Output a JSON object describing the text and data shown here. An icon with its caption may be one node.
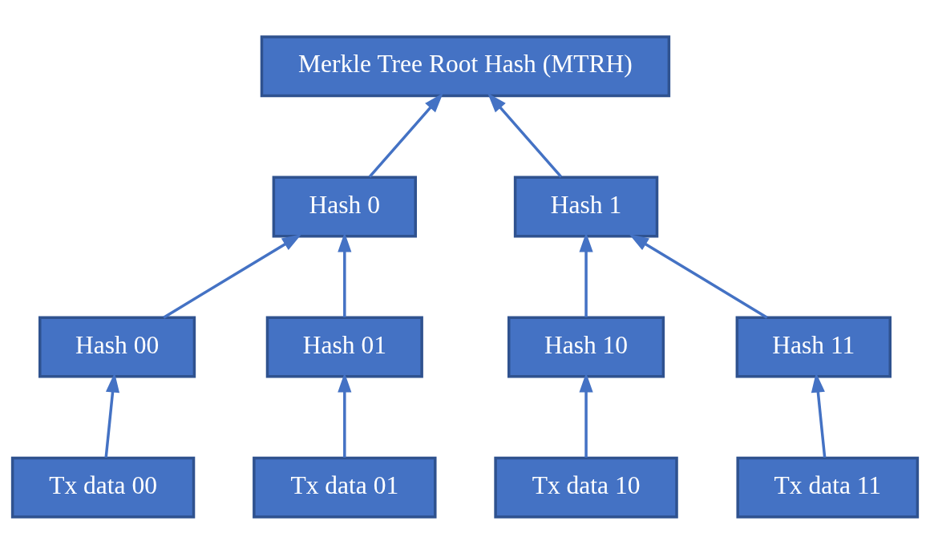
{
  "diagram": {
    "nodes": [
      {
        "text": [
          "Merkle Tree Root Hash (MTRH)"
        ]
      },
      {
        "text": [
          "Hash 0"
        ]
      },
      {
        "text": [
          "Hash 1"
        ]
      },
      {
        "text": [
          "Hash 00"
        ]
      },
      {
        "text": [
          "Hash 01"
        ]
      },
      {
        "text": [
          "Hash 10"
        ]
      },
      {
        "text": [
          "Hash 11"
        ]
      },
      {
        "text": [
          "Tx data 00"
        ]
      },
      {
        "text": [
          "Tx data 01"
        ]
      },
      {
        "text": [
          "Tx data 10"
        ]
      },
      {
        "text": [
          "Tx data 11"
        ]
      }
    ],
    "edges": [
      {
        "from": 1,
        "to": 0,
        "arrow": "to"
      },
      {
        "from": 2,
        "to": 0,
        "arrow": "to"
      },
      {
        "from": 3,
        "to": 1,
        "arrow": "to"
      },
      {
        "from": 4,
        "to": 1,
        "arrow": "to"
      },
      {
        "from": 5,
        "to": 2,
        "arrow": "to"
      },
      {
        "from": 6,
        "to": 2,
        "arrow": "to"
      },
      {
        "from": 7,
        "to": 3,
        "arrow": "to"
      },
      {
        "from": 8,
        "to": 4,
        "arrow": "to"
      },
      {
        "from": 9,
        "to": 5,
        "arrow": "to"
      },
      {
        "from": 10,
        "to": 6,
        "arrow": "to"
      }
    ]
  }
}
